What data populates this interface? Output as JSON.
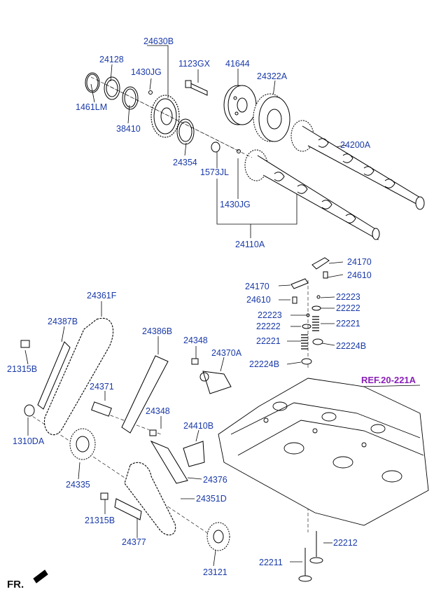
{
  "labels": {
    "p24630B": "24630B",
    "p24128": "24128",
    "p1430JG_top": "1430JG",
    "p1123GX": "1123GX",
    "p41644": "41644",
    "p24322A": "24322A",
    "p1461LM": "1461LM",
    "p38410": "38410",
    "p24354": "24354",
    "p1573JL": "1573JL",
    "p24200A": "24200A",
    "p1430JG_mid": "1430JG",
    "p24110A": "24110A",
    "p24170_a": "24170",
    "p24610_a": "24610",
    "p24170_b": "24170",
    "p22223_a": "22223",
    "p24610_b": "24610",
    "p22222_a": "22222",
    "p22223_b": "22223",
    "p22221_a": "22221",
    "p22222_b": "22222",
    "p22221_b": "22221",
    "p22224B_a": "22224B",
    "p22224B_b": "22224B",
    "p24361F": "24361F",
    "p24387B": "24387B",
    "p24386B": "24386B",
    "p24348_a": "24348",
    "p24370A": "24370A",
    "p21315B_a": "21315B",
    "p24371": "24371",
    "p1310DA": "1310DA",
    "p24348_b": "24348",
    "p24410B": "24410B",
    "p24335": "24335",
    "p24376": "24376",
    "p24351D": "24351D",
    "p21315B_b": "21315B",
    "p24377": "24377",
    "p22212": "22212",
    "p23121": "23121",
    "p22211": "22211",
    "ref": "REF.20-221A",
    "front": "FR."
  },
  "colors": {
    "label": "#1a3aa8",
    "ref": "#8a1fb8",
    "line": "#000000"
  }
}
